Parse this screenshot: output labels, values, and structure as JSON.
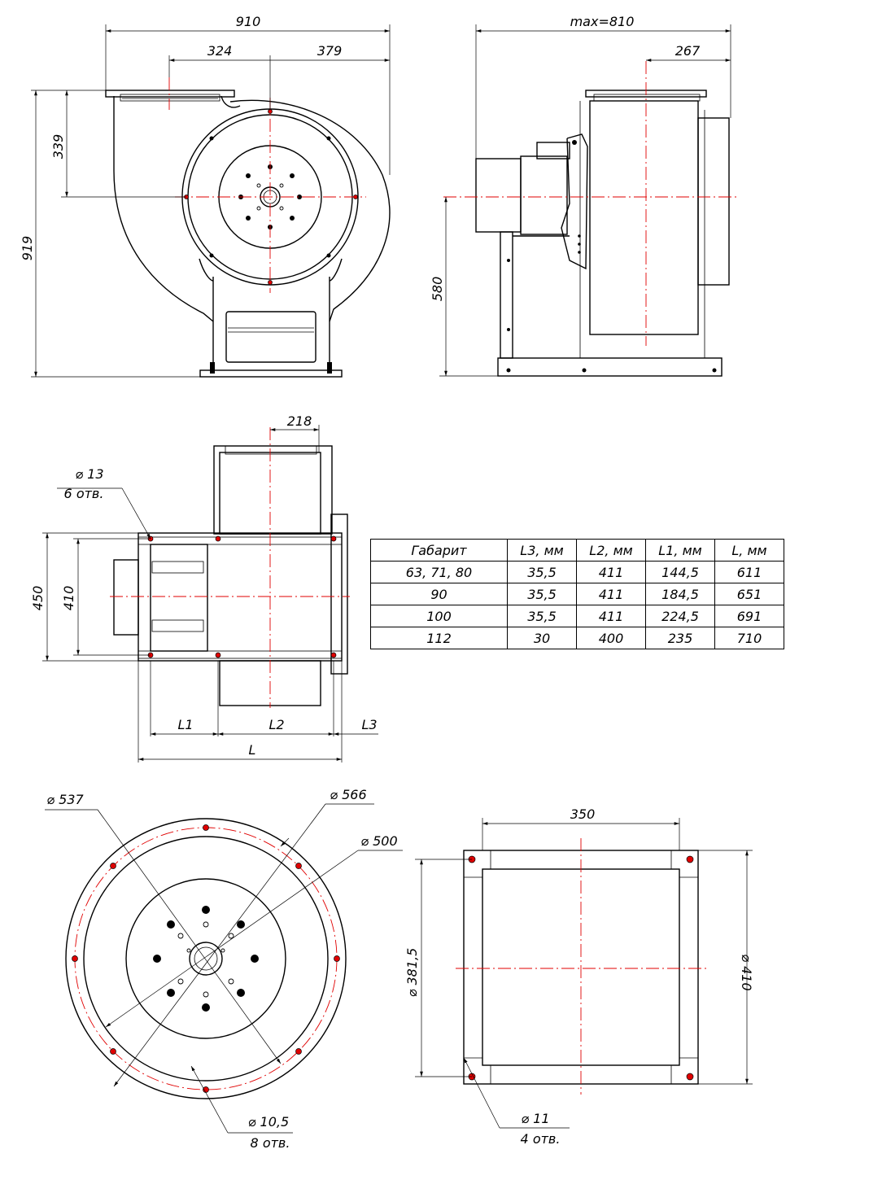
{
  "front_view": {
    "dim_width": "910",
    "dim_left": "324",
    "dim_right": "379",
    "dim_axis_height": "339",
    "dim_total_height": "919"
  },
  "side_view": {
    "dim_max": "max=810",
    "dim_267": "267",
    "dim_axis": "580"
  },
  "top_view": {
    "dim_218": "218",
    "hole_label": "⌀ 13",
    "hole_count": "6 отв.",
    "dim_450": "450",
    "dim_410": "410",
    "l1": "L1",
    "l2": "L2",
    "l3": "L3",
    "l": "L"
  },
  "table": {
    "headers": [
      "Габарит",
      "L3, мм",
      "L2, мм",
      "L1, мм",
      "L, мм"
    ],
    "rows": [
      [
        "63, 71, 80",
        "35,5",
        "411",
        "144,5",
        "611"
      ],
      [
        "90",
        "35,5",
        "411",
        "184,5",
        "651"
      ],
      [
        "100",
        "35,5",
        "411",
        "224,5",
        "691"
      ],
      [
        "112",
        "30",
        "400",
        "235",
        "710"
      ]
    ]
  },
  "inlet_view": {
    "d537": "⌀ 537",
    "d566": "⌀ 566",
    "d500": "⌀ 500",
    "hole_label": "⌀ 10,5",
    "hole_count": "8 отв."
  },
  "outlet_view": {
    "dim_350": "350",
    "dim_381": "⌀ 381,5",
    "dim_410": "⌀ 410",
    "hole_label": "⌀ 11",
    "hole_count": "4 отв."
  }
}
